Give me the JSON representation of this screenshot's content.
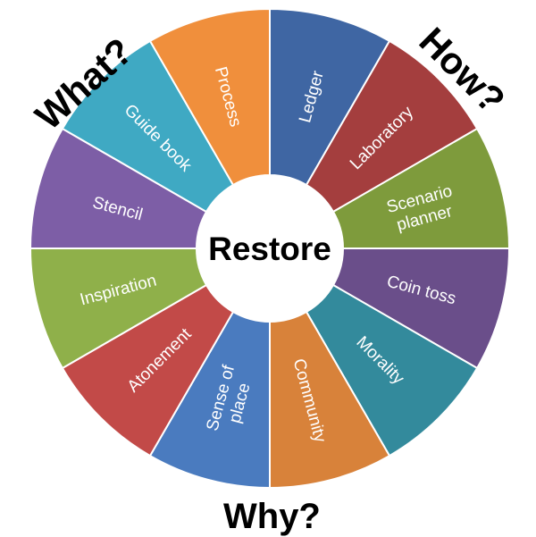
{
  "center": {
    "title": "Restore"
  },
  "corners": {
    "what": "What?",
    "how": "How?",
    "why": "Why?"
  },
  "segments": [
    {
      "lines": [
        "Ledger"
      ],
      "color": "#3f66a3"
    },
    {
      "lines": [
        "Laboratory"
      ],
      "color": "#a43e3e"
    },
    {
      "lines": [
        "Scenario",
        "planner"
      ],
      "color": "#7e9b3c"
    },
    {
      "lines": [
        "Coin toss"
      ],
      "color": "#6a4e8a"
    },
    {
      "lines": [
        "Morality"
      ],
      "color": "#338a9c"
    },
    {
      "lines": [
        "Community"
      ],
      "color": "#d8823a"
    },
    {
      "lines": [
        "Sense of",
        "place"
      ],
      "color": "#4a7bbf"
    },
    {
      "lines": [
        "Atonement"
      ],
      "color": "#c24a48"
    },
    {
      "lines": [
        "Inspiration"
      ],
      "color": "#8fb04a"
    },
    {
      "lines": [
        "Stencil"
      ],
      "color": "#7d5ea6"
    },
    {
      "lines": [
        "Guide book"
      ],
      "color": "#3fa9c3"
    },
    {
      "lines": [
        "Process"
      ],
      "color": "#f08f3c"
    }
  ]
}
